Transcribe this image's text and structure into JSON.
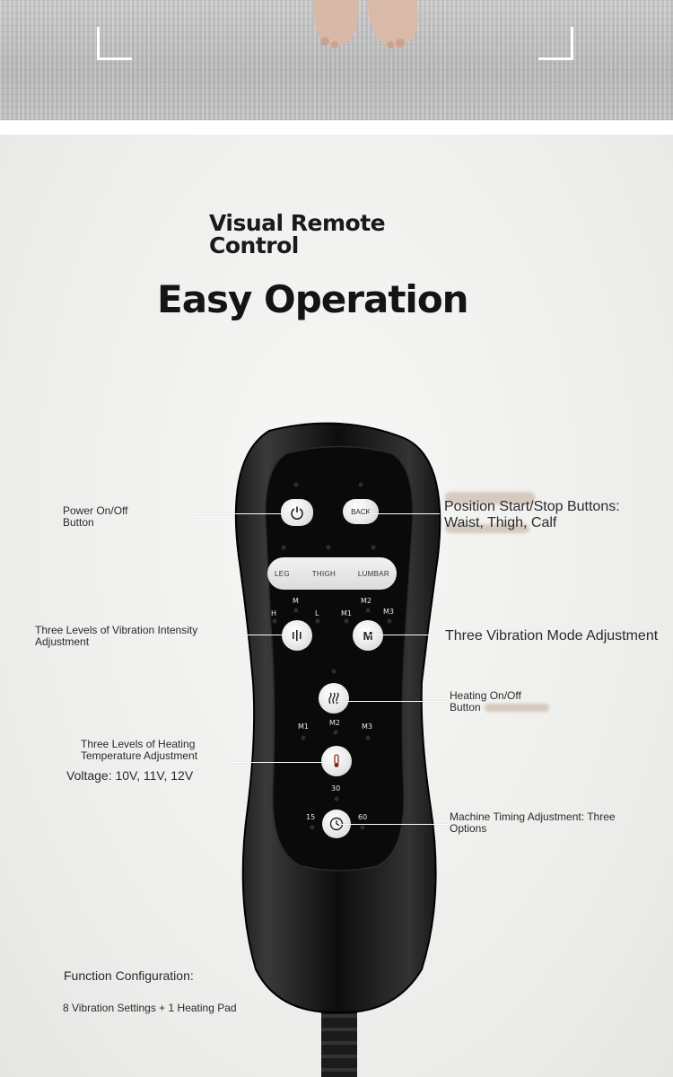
{
  "heading": {
    "subtitle": "Visual Remote Control",
    "title": "Easy Operation"
  },
  "remote": {
    "buttons": {
      "back_label": "BACK",
      "mode_label": "M"
    },
    "position_pill": [
      "LEG",
      "THIGH",
      "LUMBAR"
    ],
    "intensity_levels": [
      "H",
      "M",
      "L"
    ],
    "mode_levels": [
      "M1",
      "M2",
      "M3"
    ],
    "heat_levels": [
      "M1",
      "M2",
      "M3"
    ],
    "timer_options": [
      "15",
      "30",
      "60"
    ]
  },
  "annotations": {
    "power": "Power On/Off Button",
    "position": "Position Start/Stop Buttons: Waist, Thigh, Calf",
    "intensity": "Three Levels of Vibration Intensity Adjustment",
    "mode": "Three Vibration Mode Adjustment",
    "heating_button": "Heating On/Off Button",
    "heating_levels": "Three Levels of Heating Temperature Adjustment",
    "voltage": "Voltage: 10V, 11V, 12V",
    "timing": "Machine Timing Adjustment: Three Options",
    "function_title": "Function Configuration:",
    "function_detail": "8 Vibration Settings + 1 Heating Pad"
  }
}
